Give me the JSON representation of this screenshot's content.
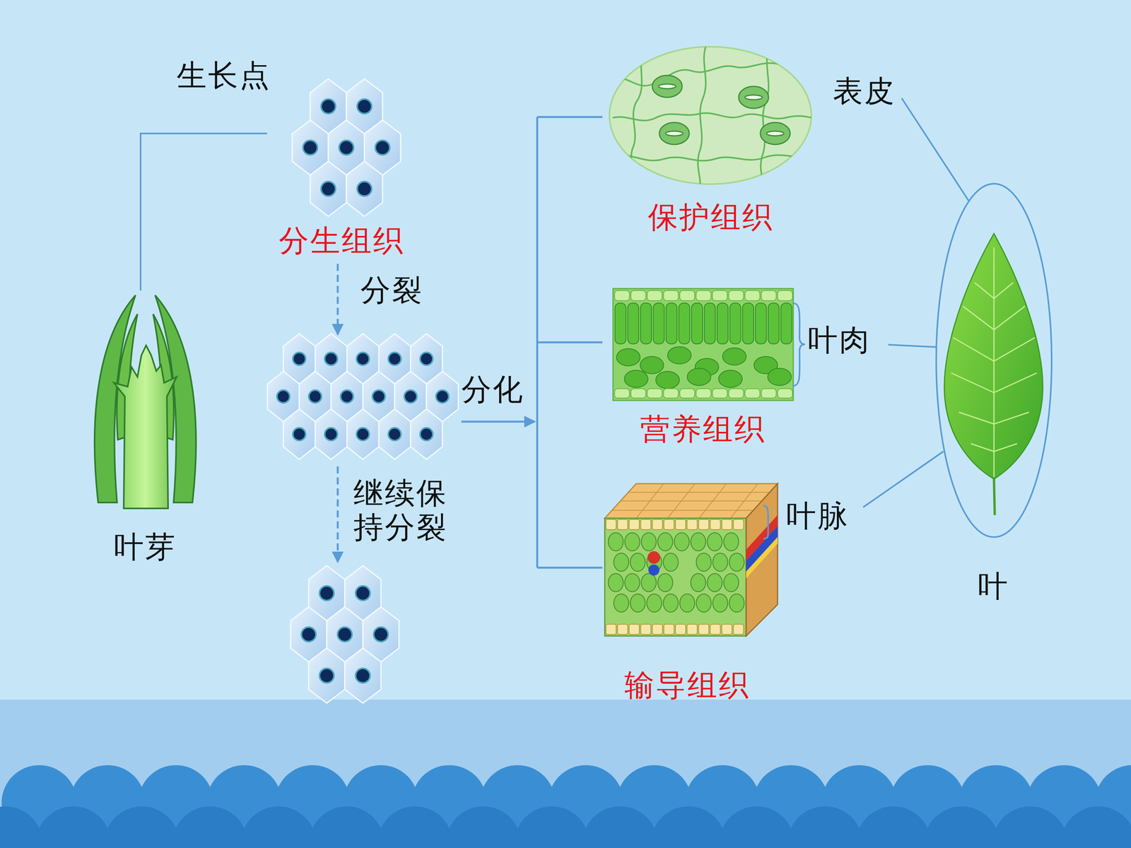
{
  "diagram": {
    "nodes": [
      {
        "text": [
          "叶芽"
        ]
      },
      {
        "text": [
          "分生组织"
        ]
      },
      {
        "text": [
          "保护组织"
        ]
      },
      {
        "text": [
          "营养组织"
        ]
      },
      {
        "text": [
          "输导组织"
        ]
      },
      {
        "text": [
          "叶"
        ]
      }
    ],
    "edges": [
      {
        "from": 0,
        "to": 1,
        "arrow": "none"
      }
    ],
    "labels": [
      "生长点",
      "分裂",
      "分化",
      "继续保持分裂",
      "表皮",
      "叶肉",
      "叶脉"
    ]
  }
}
